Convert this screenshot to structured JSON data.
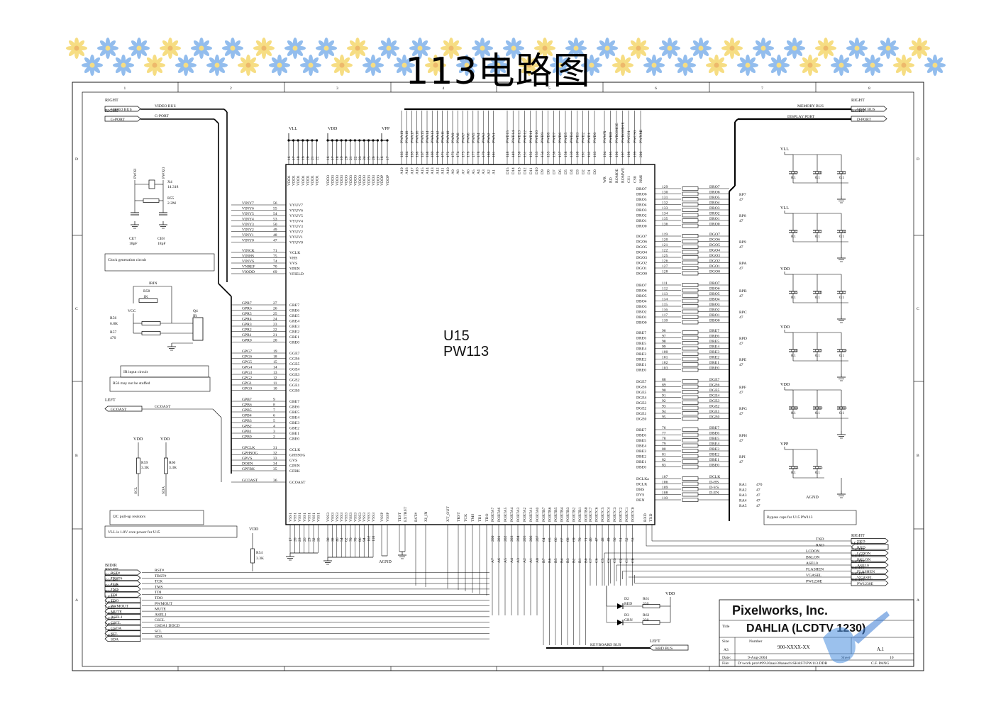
{
  "slide": {
    "title": "113电路图"
  },
  "colors": {
    "accent_flower": "#6fa8e8",
    "center_flower": "#f3d25a",
    "ink": "#111111",
    "wire": "#000000"
  },
  "frame": {
    "columns": [
      "1",
      "2",
      "3",
      "4",
      "5",
      "6",
      "7",
      "8"
    ],
    "rows": [
      "D",
      "C",
      "B",
      "A"
    ]
  },
  "ports_left": [
    {
      "tag": "RIGHT",
      "name": "VIDEO BUS",
      "port": "VIDEO BUS"
    },
    {
      "tag": "RIGHT",
      "name": "G-PORT",
      "port": "G-PORT"
    }
  ],
  "ports_right": [
    {
      "tag": "RIGHT",
      "name": "MEMORY BUS",
      "port": "MEM BUS"
    },
    {
      "tag": "RIGHT",
      "name": "DISPLAY PORT",
      "port": "D-PORT"
    }
  ],
  "chip": {
    "ref": "U15",
    "part": "PW113"
  },
  "power_top": [
    "VLL",
    "VDD",
    "VPP"
  ],
  "clock": {
    "caption": "Clock generation circuit",
    "crystal": "X4",
    "crystal_freq": "14.318",
    "r_ref": "R55",
    "r_val": "2.2M",
    "c1": "CE7",
    "c1v": "18pF",
    "c2": "CE8",
    "c2v": "18pF",
    "pins": [
      "PWXI",
      "PWXO"
    ]
  },
  "ir": {
    "caption": "IR input circuit",
    "note": "R56 may not be stuffed",
    "net": "IRIN",
    "vcc": "VCC",
    "parts": [
      "R58",
      "1K",
      "R56",
      "6.8K",
      "R57",
      "470",
      "Q4",
      "IR"
    ]
  },
  "pullup": {
    "caption": "I2C pull-up resistors",
    "note": "VLL is 1.8V core power for U15",
    "parts": [
      "R59",
      "3.3K",
      "R60",
      "3.3K"
    ],
    "nets": [
      "SCL",
      "SDA"
    ]
  },
  "left_left_tag": {
    "tag": "LEFT",
    "port": "GCOAST",
    "net": "GCOAST"
  },
  "left_pin_groups": [
    {
      "nets": [
        "VINY7",
        "VINY6",
        "VINY5",
        "VINY4",
        "VINY3",
        "VINY2",
        "VINY1",
        "VINY0"
      ],
      "nums": [
        "56",
        "55",
        "54",
        "53",
        "50",
        "49",
        "48",
        "47"
      ],
      "pins": [
        "VYUV7",
        "VYUV6",
        "VYUV5",
        "VYUV4",
        "VYUV3",
        "VYUV2",
        "VYUV1",
        "VYUV0"
      ]
    },
    {
      "nets": [
        "VINCK",
        "VINHS",
        "VINVS",
        "VNREF",
        "VIODD"
      ],
      "nums": [
        "71",
        "75",
        "74",
        "70",
        "69"
      ],
      "pins": [
        "VCLK",
        "VHS",
        "VVS",
        "VPEN",
        "VFIELD"
      ]
    },
    {
      "nets": [
        "GPR7",
        "GPR6",
        "GPR5",
        "GPR4",
        "GPR3",
        "GPR2",
        "GPR1",
        "GPR0"
      ],
      "nums": [
        "27",
        "26",
        "25",
        "24",
        "23",
        "22",
        "21",
        "20"
      ],
      "pins": [
        "GRE7",
        "GRE6",
        "GRE5",
        "GRE4",
        "GRE3",
        "GRE2",
        "GRE1",
        "GRE0"
      ]
    },
    {
      "nets": [
        "GPG7",
        "GPG6",
        "GPG5",
        "GPG4",
        "GPG3",
        "GPG2",
        "GPG1",
        "GPG0"
      ],
      "nums": [
        "19",
        "18",
        "15",
        "14",
        "13",
        "12",
        "11",
        "10"
      ],
      "pins": [
        "GGE7",
        "GGE6",
        "GGE5",
        "GGE4",
        "GGE3",
        "GGE2",
        "GGE1",
        "GGE0"
      ]
    },
    {
      "nets": [
        "GPB7",
        "GPB6",
        "GPB5",
        "GPB4",
        "GPB3",
        "GPB2",
        "GPB1",
        "GPB0"
      ],
      "nums": [
        "9",
        "8",
        "7",
        "6",
        "5",
        "4",
        "3",
        "2"
      ],
      "pins": [
        "GBE7",
        "GBE6",
        "GBE5",
        "GBE4",
        "GBE3",
        "GBE2",
        "GBE1",
        "GBE0"
      ]
    },
    {
      "nets": [
        "GPCLK",
        "GPHSOG",
        "GPVS",
        "DOEN",
        "GPFBK"
      ],
      "nums": [
        "31",
        "32",
        "33",
        "34",
        "35"
      ],
      "pins": [
        "GCLK",
        "GHSSOG",
        "GVS",
        "GPEN",
        "GFBK"
      ]
    },
    {
      "nets": [
        "GCOAST"
      ],
      "nums": [
        "36"
      ],
      "pins": [
        "GCOAST"
      ]
    }
  ],
  "right_pin_groups": [
    {
      "pins": [
        "DRO7",
        "DRO6",
        "DRO5",
        "DRO4",
        "DRO3",
        "DRO2",
        "DRO1",
        "DRO0"
      ],
      "nums": [
        "129",
        "130",
        "131",
        "132",
        "133",
        "134",
        "135",
        "136"
      ],
      "nets": [
        "DRO7",
        "DRO6",
        "DRO5",
        "DRO4",
        "DRO3",
        "DRO2",
        "DRO1",
        "DRO0"
      ],
      "rp": [
        "RP7",
        "47",
        "RP8",
        "47"
      ]
    },
    {
      "pins": [
        "DGO7",
        "DGO6",
        "DGO5",
        "DGO4",
        "DGO3",
        "DGO2",
        "DGO1",
        "DGO0"
      ],
      "nums": [
        "119",
        "120",
        "121",
        "122",
        "125",
        "126",
        "127",
        "128"
      ],
      "nets": [
        "DGO7",
        "DGO6",
        "DGO5",
        "DGO4",
        "DGO3",
        "DGO2",
        "DGO1",
        "DGO0"
      ],
      "rp": [
        "RP9",
        "47",
        "RPA",
        "47"
      ]
    },
    {
      "pins": [
        "DBO7",
        "DBO6",
        "DBO5",
        "DBO4",
        "DBO3",
        "DBO2",
        "DBO1",
        "DBO0"
      ],
      "nums": [
        "111",
        "112",
        "113",
        "114",
        "115",
        "116",
        "117",
        "118"
      ],
      "nets": [
        "DBO7",
        "DBO6",
        "DBO5",
        "DBO4",
        "DBO3",
        "DBO2",
        "DBO1",
        "DBO0"
      ],
      "rp": [
        "RPB",
        "47",
        "RPC",
        "47"
      ]
    },
    {
      "pins": [
        "DRE7",
        "DRE6",
        "DRE5",
        "DRE4",
        "DRE3",
        "DRE2",
        "DRE1",
        "DRE0"
      ],
      "nums": [
        "96",
        "97",
        "98",
        "99",
        "100",
        "101",
        "102",
        "103"
      ],
      "nets": [
        "DRE7",
        "DRE6",
        "DRE5",
        "DRE4",
        "DRE3",
        "DRE2",
        "DRE1",
        "DRE0"
      ],
      "rp": [
        "RPD",
        "47",
        "RPE",
        "47"
      ]
    },
    {
      "pins": [
        "DGE7",
        "DGE6",
        "DGE5",
        "DGE4",
        "DGE3",
        "DGE2",
        "DGE1",
        "DGE0"
      ],
      "nums": [
        "88",
        "89",
        "90",
        "91",
        "92",
        "93",
        "94",
        "95"
      ],
      "nets": [
        "DGE7",
        "DGE6",
        "DGE5",
        "DGE4",
        "DGE3",
        "DGE2",
        "DGE1",
        "DGE0"
      ],
      "rp": [
        "RPF",
        "47",
        "RPG",
        "47"
      ]
    },
    {
      "pins": [
        "DBE7",
        "DBE6",
        "DBE5",
        "DBE4",
        "DBE3",
        "DBE2",
        "DBE1",
        "DBE0"
      ],
      "nums": [
        "76",
        "77",
        "78",
        "79",
        "80",
        "81",
        "82",
        "83"
      ],
      "nets": [
        "DBE7",
        "DBE6",
        "DBE5",
        "DBE4",
        "DBE3",
        "DBE2",
        "DBE1",
        "DBE0"
      ],
      "rp": [
        "RPH",
        "47",
        "RPI",
        "47"
      ]
    },
    {
      "pins": [
        "DCLKa",
        "DCLK",
        "DHS",
        "DVS",
        "DEN"
      ],
      "nums": [
        "107",
        "106",
        "109",
        "108",
        "110"
      ],
      "nets": [
        "DCLK",
        "D-HS",
        "D-VS",
        "D-EN",
        ""
      ],
      "rp": [
        "RA1",
        "470",
        "RA2",
        "47",
        "RA3",
        "47",
        "RA4",
        "47",
        "RA5",
        "47"
      ]
    }
  ],
  "bypass": {
    "caption": "Bypass caps for U15 PW113",
    "rows": [
      {
        "rail": "VLL",
        "caps": [
          [
            "CE9",
            "0.1"
          ],
          [
            "CF0",
            "0.1"
          ],
          [
            "CF1",
            "0.1"
          ]
        ]
      },
      {
        "rail": "VLL",
        "caps": [
          [
            "CF2",
            "0.1"
          ],
          [
            "CF3",
            "0.1"
          ],
          [
            "CF4",
            "0.1"
          ]
        ]
      },
      {
        "rail": "VDD",
        "caps": [
          [
            "CF5",
            "0.1"
          ],
          [
            "CF6",
            "0.1"
          ],
          [
            "CF7",
            "0.1"
          ]
        ]
      },
      {
        "rail": "VDD",
        "caps": [
          [
            "CF8",
            "0.1"
          ],
          [
            "CF9",
            "0.1"
          ],
          [
            "CG0",
            "0.1"
          ]
        ]
      },
      {
        "rail": "VDD",
        "caps": [
          [
            "CG1",
            "0.1"
          ],
          [
            "CG2",
            "0.1"
          ],
          [
            "CG3",
            "0.1"
          ]
        ]
      },
      {
        "rail": "VPP",
        "caps": [
          [
            "CG4",
            "0.1"
          ],
          [
            "CG5",
            "0.1"
          ]
        ]
      }
    ],
    "gnd": "AGND"
  },
  "top_pins_addr": [
    "A19",
    "A18",
    "A17",
    "A16",
    "A15",
    "A14",
    "A13",
    "A12",
    "A11",
    "A10",
    "A9",
    "A8",
    "A7",
    "A6",
    "A5",
    "A4",
    "A3",
    "A2",
    "A1"
  ],
  "top_pins_data": [
    "D15",
    "D14",
    "D13",
    "D12",
    "D11",
    "D10",
    "D9",
    "D8",
    "D7",
    "D6",
    "D5",
    "D4",
    "D3",
    "D2",
    "D1",
    "D0"
  ],
  "top_pins_ctrl": [
    "WR",
    "RD",
    "ROMOE",
    "ROMWE",
    "CS1",
    "CS0",
    "NMI"
  ],
  "bottom_ctrl": [
    "RST#",
    "XI_IN",
    "XT_OUT",
    "TRST",
    "TCK",
    "TMS",
    "TDI",
    "TDO"
  ],
  "bottom_porta": [
    "PORTA7",
    "PORTA6",
    "PORTA5",
    "PORTA4",
    "PORTA3",
    "PORTA2",
    "PORTA1",
    "PORTA0"
  ],
  "bottom_portb": [
    "PORTB7",
    "PORTB6",
    "PORTB5",
    "PORTB4",
    "PORTB3",
    "PORTB2",
    "PORTB1",
    "PORTB0"
  ],
  "bottom_portc": [
    "PORTC7",
    "PORTC6",
    "PORTC5",
    "PORTC4",
    "PORTC3",
    "PORTC2",
    "PORTC1",
    "PORTC0"
  ],
  "bottom_right": [
    "RXD",
    "TXD"
  ],
  "bidir": {
    "tag": "BIDIR",
    "rows": [
      {
        "tag": "RIGHT",
        "port": "RST#",
        "net": "RST#"
      },
      {
        "tag": "RIGHT",
        "port": "TRST#",
        "net": "TRST#"
      },
      {
        "tag": "RIGHT",
        "port": "TCK",
        "net": "TCK"
      },
      {
        "tag": "RIGHT",
        "port": "TMS",
        "net": "TMS"
      },
      {
        "tag": "RIGHT",
        "port": "TDI",
        "net": "TDI"
      },
      {
        "tag": "LEFT",
        "port": "TDO",
        "net": "TDO"
      },
      {
        "tag": "LEFT",
        "port": "PWMOUT",
        "net": "PWMOUT"
      },
      {
        "tag": "LEFT",
        "port": "MUTE",
        "net": "MUTE"
      },
      {
        "tag": "LEFT",
        "port": "ASEL1",
        "net": "ASEL1"
      },
      {
        "tag": "LEFT",
        "port": "GSCL",
        "net": "GSCL"
      },
      {
        "tag": "LEFT",
        "port": "GSDA",
        "net": "GSDA1  DDCD"
      },
      {
        "tag": "LEFT",
        "port": "SCL",
        "net": "SCL"
      },
      {
        "tag": "LEFT",
        "port": "SDA",
        "net": "SDA"
      }
    ]
  },
  "right_bottom_ports": [
    {
      "tag": "RIGHT",
      "port": "TXD",
      "net": "TXD"
    },
    {
      "tag": "LEFT",
      "port": "RXD",
      "net": "RXD"
    },
    {
      "tag": "RIGHT",
      "port": "LCDON",
      "net": "LCDON"
    },
    {
      "tag": "RIGHT",
      "port": "BKLON",
      "net": "BKLON"
    },
    {
      "tag": "RIGHT",
      "port": "ASEL0",
      "net": "ASEL0"
    },
    {
      "tag": "RIGHT",
      "port": "FLASHEN",
      "net": "FLASHEN"
    },
    {
      "tag": "RIGHT",
      "port": "VGASEL",
      "net": "VGASEL"
    },
    {
      "tag": "RIGHT",
      "port": "PW1230E",
      "net": "PW1230E"
    }
  ],
  "leds": {
    "vdd": "VDD",
    "d2": "D2",
    "d2c": "RED",
    "r61": "R61",
    "r61v": "330",
    "d3": "D3",
    "d3c": "GRN",
    "r62": "R62",
    "r62v": "330"
  },
  "reset": {
    "vdd": "VDD",
    "r": "R54",
    "rv": "3.3K"
  },
  "keyboard": {
    "net": "KEYBOARD BUS",
    "tag": "LEFT",
    "port": "KBD BUS"
  },
  "ground_labels": [
    "AGND"
  ],
  "title_block": {
    "company": "Pixelworks, Inc.",
    "title_label": "Title",
    "title": "DAHLIA (LCDTV 1230)",
    "size_label": "Size",
    "size": "A3",
    "number_label": "Number",
    "number": "900-XXXX-XX",
    "rev": "A.1",
    "date_label": "Date:",
    "date": "9-Aug-2004",
    "file_label": "File:",
    "file": "D:\\work prot\\#99\\30aaa\\30aaasch\\SHAST\\PW113.DDB",
    "sheet_label": "Sheet",
    "sheet": "10",
    "drawn": "C.F. PANG"
  }
}
